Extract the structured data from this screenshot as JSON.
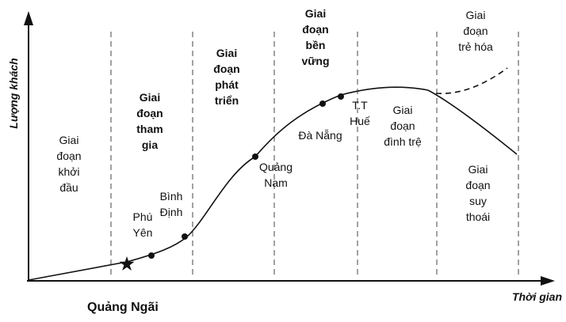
{
  "axes": {
    "y_label": "Lượng khách",
    "x_label": "Thời gian"
  },
  "stages": {
    "khoi_dau": [
      "Giai",
      "đoạn",
      "khởi",
      "đầu"
    ],
    "tham_gia": [
      "Giai",
      "đoạn",
      "tham",
      "gia"
    ],
    "phat_trien": [
      "Giai",
      "đoạn",
      "phát",
      "triển"
    ],
    "ben_vung": [
      "Giai",
      "đoạn",
      "bền",
      "vững"
    ],
    "dinh_tre": [
      "Giai",
      "đoạn",
      "đình trệ"
    ],
    "tre_hoa": [
      "Giai",
      "đoạn",
      "trẻ hóa"
    ],
    "suy_thoai": [
      "Giai",
      "đoạn",
      "suy",
      "thoái"
    ]
  },
  "places": {
    "phu_yen": [
      "Phú",
      "Yên"
    ],
    "binh_dinh": [
      "Bình",
      "Định"
    ],
    "quang_nam": [
      "Quảng",
      "Nam"
    ],
    "da_nang": "Đà Nẵng",
    "hue": [
      "T.T",
      "Huế"
    ],
    "quang_ngai": "Quảng Ngãi"
  }
}
